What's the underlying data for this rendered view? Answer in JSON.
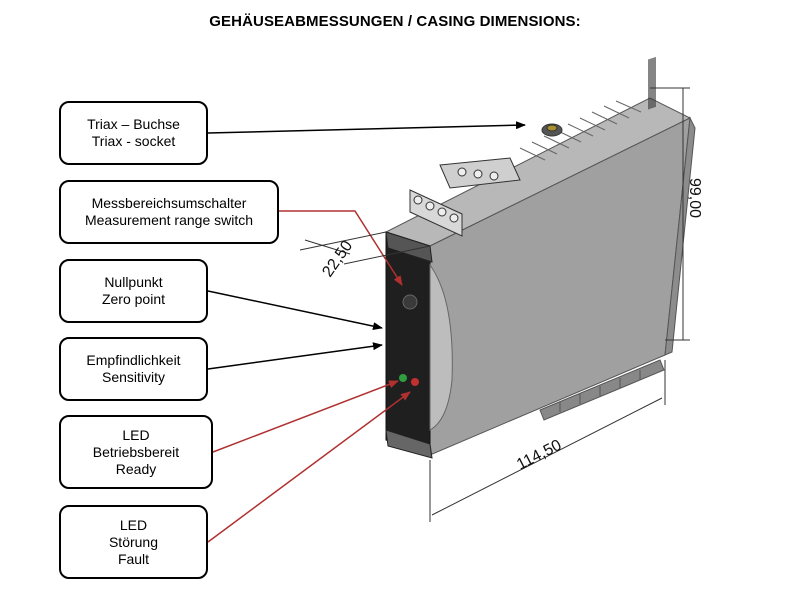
{
  "title": "GEHÄUSEABMESSUNGEN / CASING DIMENSIONS:",
  "callouts": [
    {
      "id": "triax",
      "lines": [
        "Triax – Buchse",
        "Triax - socket"
      ],
      "arrow_color": "#000000"
    },
    {
      "id": "range",
      "lines": [
        "Messbereichsumschalter",
        "Measurement range switch"
      ],
      "arrow_color": "#b03030"
    },
    {
      "id": "zero",
      "lines": [
        "Nullpunkt",
        "Zero point"
      ],
      "arrow_color": "#000000"
    },
    {
      "id": "sens",
      "lines": [
        "Empfindlichkeit",
        "Sensitivity"
      ],
      "arrow_color": "#000000"
    },
    {
      "id": "ready",
      "lines": [
        "LED",
        "Betriebsbereit",
        "Ready"
      ],
      "arrow_color": "#b03030"
    },
    {
      "id": "fault",
      "lines": [
        "LED",
        "Störung",
        "Fault"
      ],
      "arrow_color": "#b03030"
    }
  ],
  "dimensions": {
    "width": "22,50",
    "height": "99,00",
    "depth": "114,50"
  },
  "colors": {
    "housing_top": "#b5b5b5",
    "housing_side": "#9c9c9c",
    "front_panel": "#1e1e1e",
    "led_green": "#2e9e3e",
    "led_red": "#c23030"
  }
}
